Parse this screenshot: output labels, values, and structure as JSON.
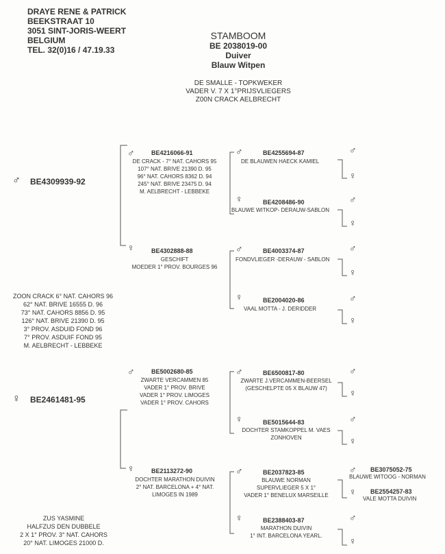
{
  "owner": {
    "name": "DRAYE RENE & PATRICK",
    "street": "BEEKSTRAAT 10",
    "city": "3051 SINT-JORIS-WEERT",
    "country": "BELGIUM",
    "tel": "TEL. 32(0)16 / 47.19.33"
  },
  "header": {
    "title": "STAMBOOM",
    "ring": "BE 2038019-00",
    "sex": "Duiver",
    "color": "Blauw Witpen",
    "notes": [
      "DE SMALLE - TOPKWEKER",
      "VADER V. 7 X 1°PRIJSVLIEGERS",
      "Z00N CRACK AELBRECHT"
    ]
  },
  "symbols": {
    "male": "♂",
    "female": "♀"
  },
  "sire": {
    "ring": "BE4309939-92",
    "notes": [
      "ZOON CRACK 6° NAT. CAHORS 96",
      "62° NAT. BRIVE 16555 D. 96",
      "73° NAT. CAHORS 8856 D. 95",
      "126° NAT. BRIVE 21390 D. 95",
      "3° PROV. ASDUID FOND 96",
      "7° PROV. ASDUIF FOND 95",
      "M. AELBRECHT - LEBBEKE"
    ]
  },
  "dam": {
    "ring": "BE2461481-95",
    "notes": [
      "ZUS YASMINE",
      "HALFZUS DEN DUBBELE",
      "2 X 1° PROV. 3° NAT. CAHORS",
      "20° NAT. LIMOGES 21000 D."
    ]
  },
  "gen2": {
    "ss": {
      "ring": "BE4216066-91",
      "notes": [
        "DE CRACK - 7° NAT. CAHORS 95",
        "107° NAT. BRIVE 21390 D. 95",
        "96° NAT. CAHORS 8362 D. 94",
        "245° NAT. BRIVE 23475 D. 94",
        "M. AELBRECHT - LEBBEKE"
      ]
    },
    "sd": {
      "ring": "BE4302888-88",
      "notes": [
        "GESCHIFT",
        "MOEDER 1° PROV. BOURGES 96"
      ]
    },
    "ds": {
      "ring": "BE5002680-85",
      "notes": [
        "ZWARTE VERCAMMEN 85",
        "VADER 1° PROV. BRIVE",
        "VADER 1° PROV. LIMOGES",
        "VADER 1° PROV. CAHORS"
      ]
    },
    "dd": {
      "ring": "BE2113272-90",
      "notes": [
        "DOCHTER MARATHON DUIVIN",
        "2° NAT. BARCELONA + 4° NAT.",
        "LIMOGES IN 1989"
      ]
    }
  },
  "gen3": {
    "sss": {
      "ring": "BE4255694-87",
      "notes": [
        "DE BLAUWEN HAECK KAMIEL"
      ]
    },
    "ssd": {
      "ring": "BE4208486-90",
      "notes": [
        "BLAUWE WITKOP- DERAUW-SABLON"
      ]
    },
    "sds": {
      "ring": "BE4003374-87",
      "notes": [
        "FONDVLIEGER -DERAUW - SABLON"
      ]
    },
    "sdd": {
      "ring": "BE2004020-86",
      "notes": [
        "VAAL MOTTA - J. DERIDDER"
      ]
    },
    "dss": {
      "ring": "BE6500817-80",
      "notes": [
        "ZWARTE J.VERCAMMEN-BEERSEL",
        "(GESCHELPTE 05 X BLAUW 47)"
      ]
    },
    "dsd": {
      "ring": "BE5015644-83",
      "notes": [
        "DOCHTER STAMKOPPEL M. VAES",
        "ZONHOVEN"
      ]
    },
    "dds": {
      "ring": "BE2037823-85",
      "notes": [
        "BLAUWE NORMAN",
        "SUPERVLIEGER 5 X 1°",
        "VADER 1° BENELUX MARSEILLE"
      ]
    },
    "ddd": {
      "ring": "BE2388403-87",
      "notes": [
        "MARATHON DUIVIN",
        "1° INT. BARCELONA YEARL."
      ]
    }
  },
  "gen4": {
    "ddss": {
      "ring": "BE3075052-75",
      "notes": [
        "BLAUWE WITOOG - NORMAN"
      ]
    },
    "ddsd": {
      "ring": "BE2554257-83",
      "notes": [
        "VALE MOTTA DUIVIN"
      ]
    }
  }
}
